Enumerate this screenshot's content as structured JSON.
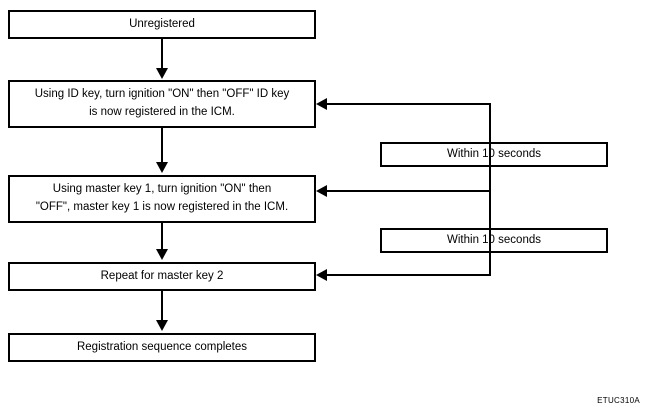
{
  "diagram": {
    "plate_id": "ETUC310A",
    "nodes": {
      "unregistered": "Unregistered",
      "id_key_step": "Using ID key, turn ignition \"ON\" then \"OFF\" ID key\nis now registered in the ICM.",
      "master_key_1_step": "Using master key 1, turn ignition \"ON\" then\n\"OFF\", master key 1 is now registered in the ICM.",
      "master_key_2_step": "Repeat for master key 2",
      "complete": "Registration sequence completes",
      "timeout_1": "Within 10 seconds",
      "timeout_2": "Within 10 seconds"
    },
    "flow": {
      "sequence": [
        "Unregistered",
        "Using ID key, turn ignition \"ON\" then \"OFF\" ID key is now registered in the ICM.",
        "Using master key 1, turn ignition \"ON\" then \"OFF\", master key 1 is now registered in the ICM.",
        "Repeat for master key 2",
        "Registration sequence completes"
      ],
      "timing_constraints": [
        "Within 10 seconds",
        "Within 10 seconds"
      ]
    },
    "colors": {
      "stroke": "#000000",
      "fill": "#ffffff",
      "text": "#000000"
    }
  }
}
